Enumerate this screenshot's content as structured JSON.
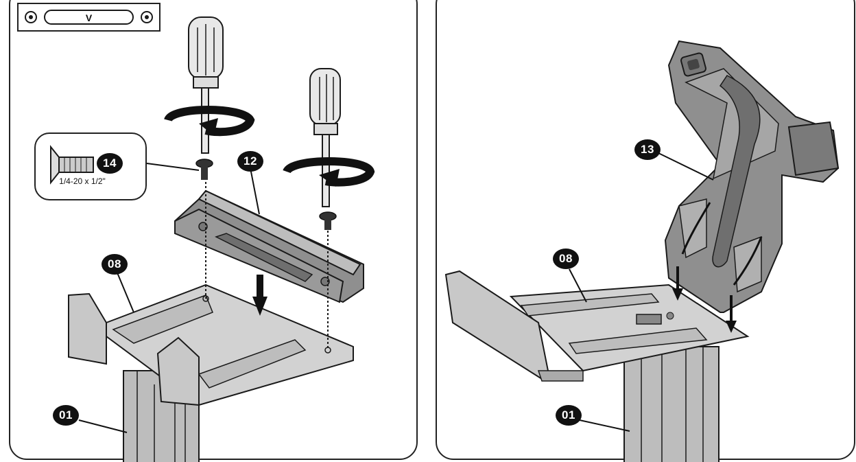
{
  "left_panel": {
    "level_indicator": {
      "label": "V",
      "icon": "level-icon"
    },
    "screw_box": {
      "spec": "1/4-20 x 1/2\"",
      "icon": "countersunk-screw-icon"
    },
    "callouts": {
      "screw": "14",
      "bracket": "12",
      "tray": "08",
      "pole": "01"
    }
  },
  "right_panel": {
    "callouts": {
      "holder": "13",
      "tray": "08",
      "pole": "01"
    }
  },
  "colors": {
    "part_fill": "#c4c4c4",
    "part_dark": "#8a8a8a",
    "outline": "#1a1a1a",
    "callout": "#111111"
  }
}
